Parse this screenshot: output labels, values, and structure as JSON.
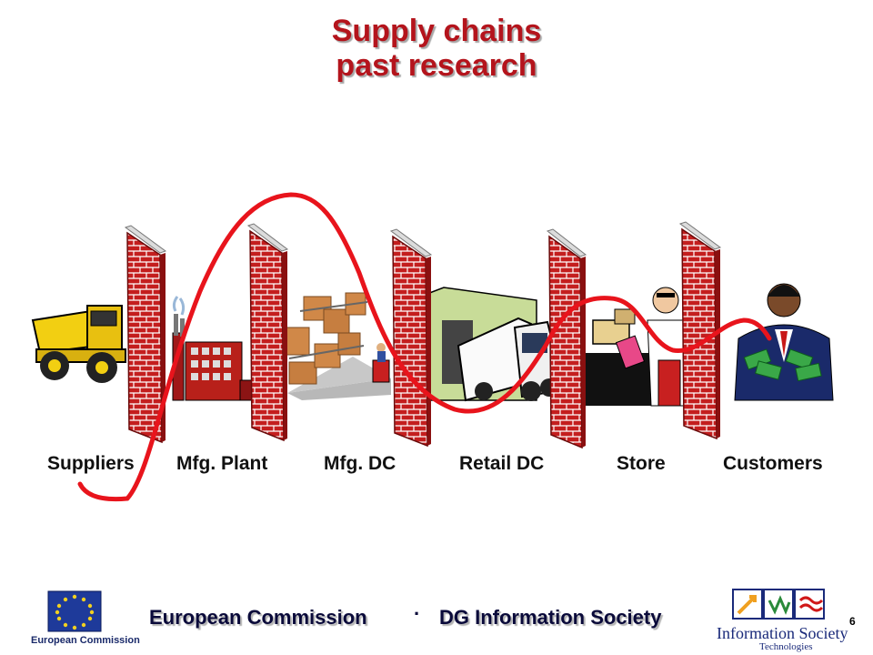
{
  "title": {
    "line1": "Supply chains",
    "line2": "past research"
  },
  "stages": [
    "Suppliers",
    "Mfg. Plant",
    "Mfg. DC",
    "Retail DC",
    "Store",
    "Customers"
  ],
  "footer": {
    "left": "European Commission",
    "separator": "·",
    "right": "DG Information Society",
    "page_number": "6"
  },
  "logos": {
    "ec_caption": "European Commission",
    "ist_title": "Information Society",
    "ist_subtitle": "Technologies"
  },
  "colors": {
    "title": "#b4141c",
    "curve": "#e8141c",
    "brick": "#c41e1e",
    "footer_text": "#0a0a3a"
  }
}
